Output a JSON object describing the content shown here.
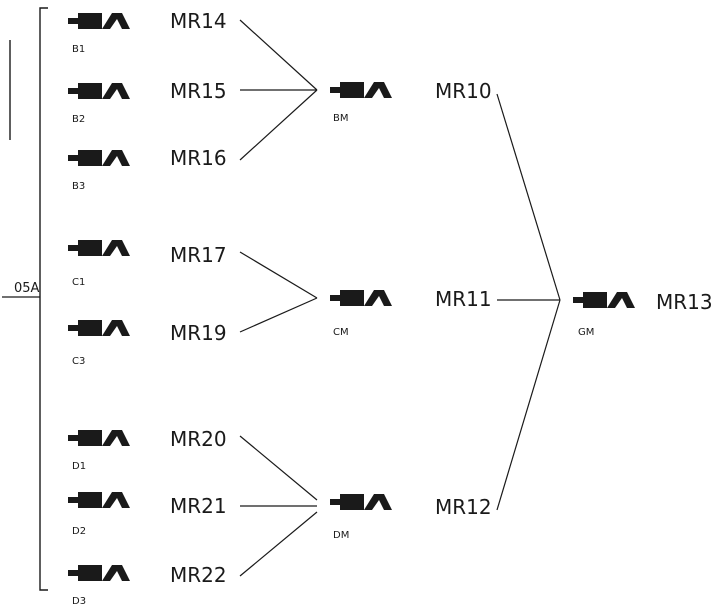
{
  "root": {
    "label": "05A"
  },
  "items": [
    {
      "code": "B1",
      "part": "MR14",
      "icon": "key-profile-icon"
    },
    {
      "code": "B2",
      "part": "MR15",
      "icon": "key-profile-icon"
    },
    {
      "code": "B3",
      "part": "MR16",
      "icon": "key-profile-icon"
    },
    {
      "code": "C1",
      "part": "MR17",
      "icon": "key-profile-icon"
    },
    {
      "code": "C3",
      "part": "MR19",
      "icon": "key-profile-icon"
    },
    {
      "code": "D1",
      "part": "MR20",
      "icon": "key-profile-icon"
    },
    {
      "code": "D2",
      "part": "MR21",
      "icon": "key-profile-icon"
    },
    {
      "code": "D3",
      "part": "MR22",
      "icon": "key-profile-icon"
    }
  ],
  "groups": [
    {
      "code": "BM",
      "part": "MR10",
      "icon": "key-profile-icon"
    },
    {
      "code": "CM",
      "part": "MR11",
      "icon": "key-profile-icon"
    },
    {
      "code": "DM",
      "part": "MR12",
      "icon": "key-profile-icon"
    }
  ],
  "grand": {
    "code": "GM",
    "part": "MR13",
    "icon": "key-profile-icon"
  }
}
